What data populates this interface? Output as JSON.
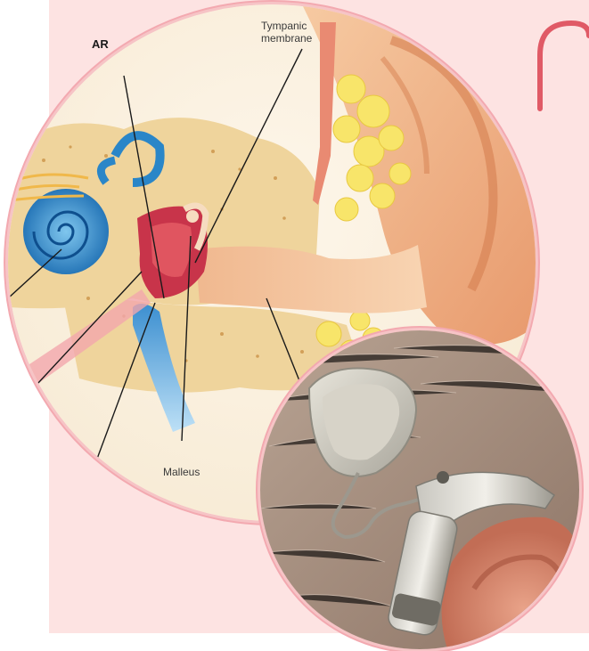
{
  "ear_diagram": {
    "labels": {
      "ear_partial": "AR",
      "tympanic": "Tympanic\nmembrane",
      "malleus": "Malleus"
    }
  },
  "colors": {
    "panel": "#fde3e2",
    "accent": "#e0606b",
    "ring": "#f2a7ad"
  }
}
